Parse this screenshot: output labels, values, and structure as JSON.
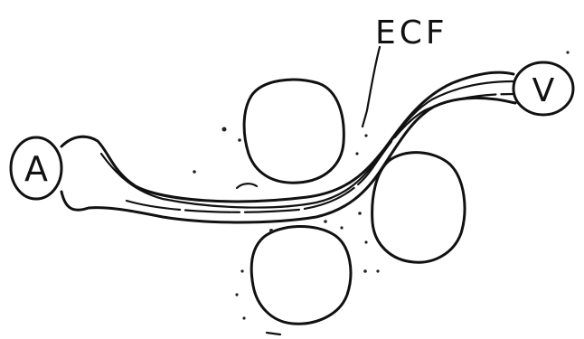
{
  "labels": {
    "artery": "A",
    "vein": "V",
    "ecf": "ECF"
  }
}
